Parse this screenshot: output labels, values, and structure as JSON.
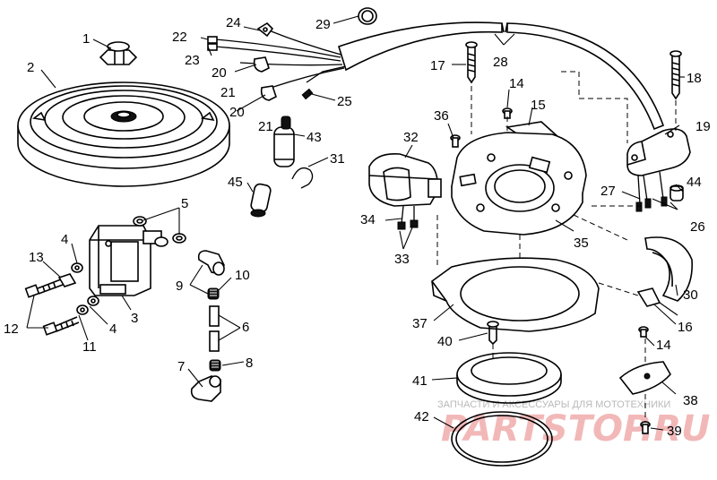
{
  "diagram": {
    "callouts": [
      "1",
      "2",
      "3",
      "4",
      "4",
      "5",
      "6",
      "7",
      "8",
      "9",
      "10",
      "11",
      "12",
      "13",
      "14",
      "14",
      "15",
      "16",
      "17",
      "18",
      "19",
      "20",
      "20",
      "21",
      "21",
      "22",
      "23",
      "24",
      "25",
      "26",
      "27",
      "28",
      "29",
      "30",
      "31",
      "32",
      "33",
      "34",
      "35",
      "36",
      "37",
      "38",
      "39",
      "40",
      "41",
      "42",
      "43",
      "44",
      "45"
    ]
  },
  "watermark": {
    "tagline": "ЗАПЧАСТИ И АКСЕССУАРЫ ДЛЯ МОТОТЕХНИКИ",
    "brand": "PARTSTOP.RU"
  }
}
